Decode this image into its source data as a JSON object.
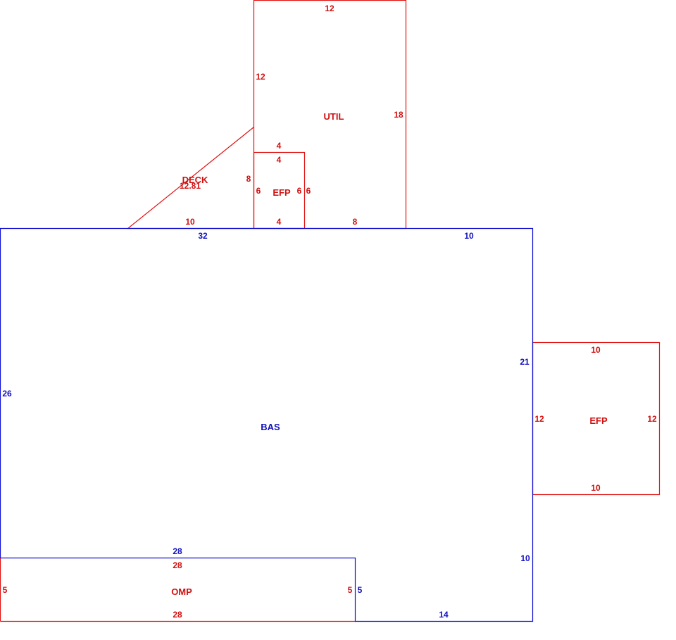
{
  "colors": {
    "main_area": "#1010d0",
    "sub_area": "#e01010"
  },
  "areas": {
    "bas": {
      "label": "BAS",
      "dims": {
        "top_left": "32",
        "top_right": "10",
        "left": "26",
        "right_upper": "21",
        "right_lower": "10",
        "bottom": "14",
        "inner_top": "28",
        "inner_side": "5"
      }
    },
    "util": {
      "label": "UTIL",
      "dims": {
        "top": "12",
        "left": "12",
        "right": "18",
        "bottom": "8"
      }
    },
    "deck": {
      "label": "DECK",
      "dims": {
        "hyp": "12.81",
        "base": "10",
        "side": "8"
      }
    },
    "efp_small": {
      "label": "EFP",
      "dims": {
        "top_outer": "4",
        "top_inner": "4",
        "left": "6",
        "right_inner": "6",
        "right_outer": "6",
        "bottom": "4"
      }
    },
    "efp_right": {
      "label": "EFP",
      "dims": {
        "top": "10",
        "left": "12",
        "right": "12",
        "bottom": "10"
      }
    },
    "omp": {
      "label": "OMP",
      "dims": {
        "top": "28",
        "left": "5",
        "right": "5",
        "bottom": "28"
      }
    }
  }
}
